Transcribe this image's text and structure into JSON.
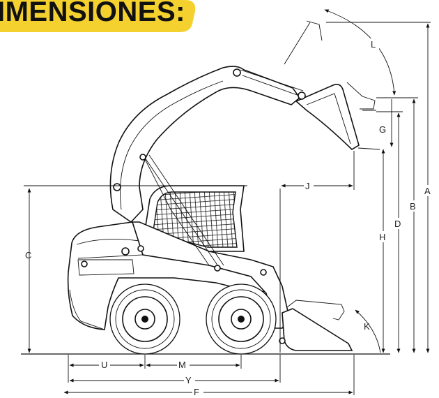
{
  "banner": {
    "title": "IMENSIONES:",
    "color": "#F5D130"
  },
  "dimensions": {
    "A": "A",
    "B": "B",
    "C": "C",
    "D": "D",
    "F": "F",
    "G": "G",
    "H": "H",
    "J": "J",
    "K": "K",
    "L": "L",
    "M": "M",
    "U": "U",
    "Y": "Y"
  },
  "colors": {
    "ink": "#111111",
    "background": "#FFFFFF"
  }
}
